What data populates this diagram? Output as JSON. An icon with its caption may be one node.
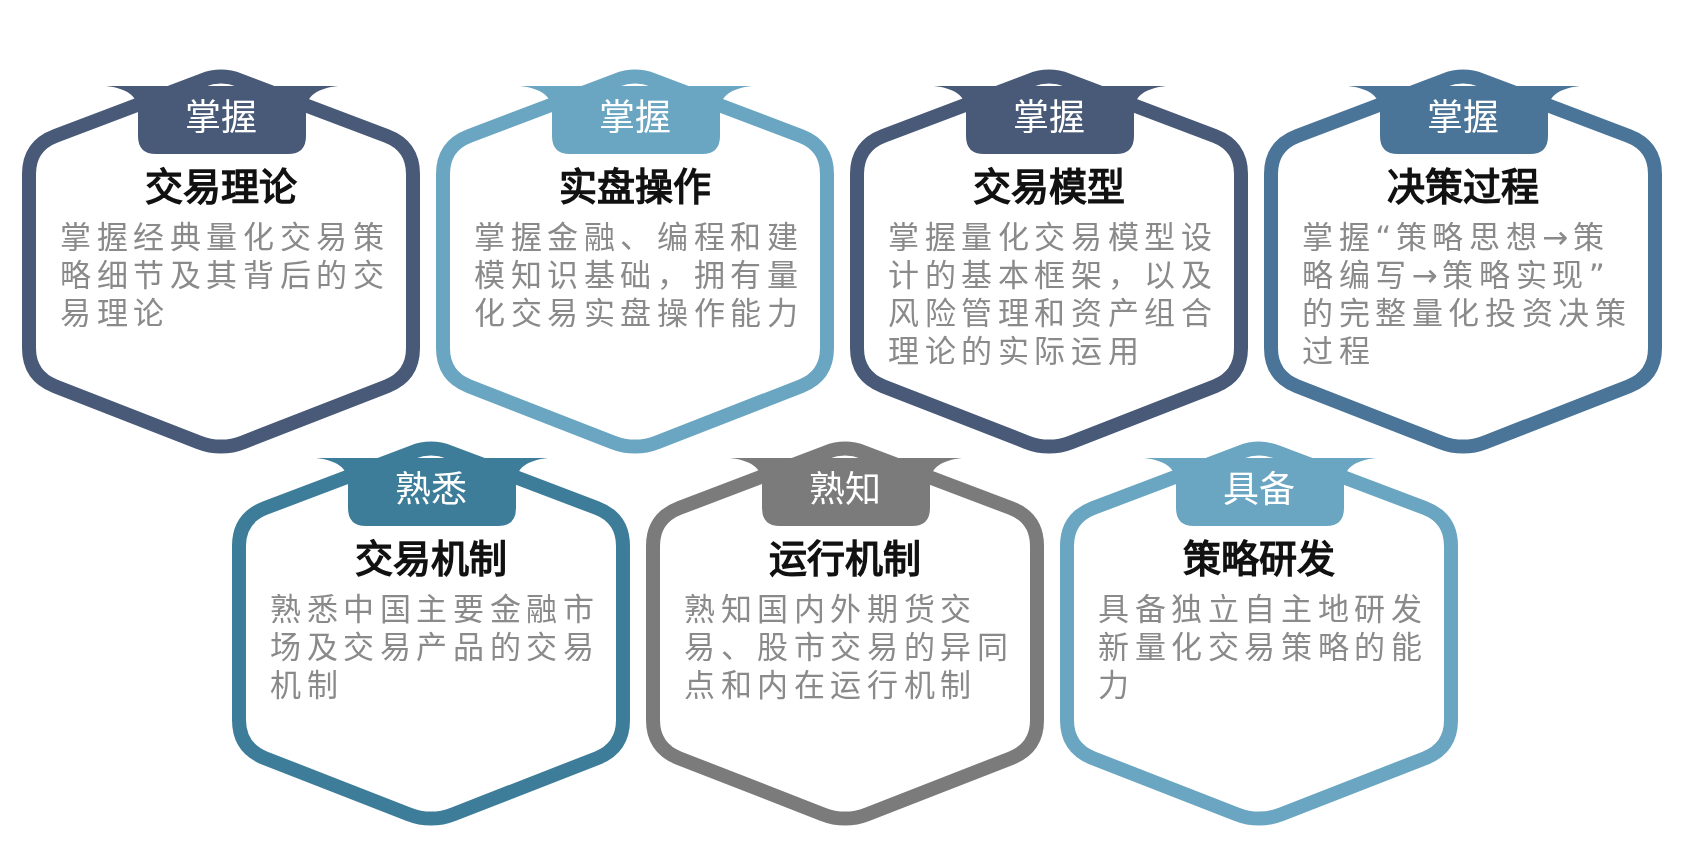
{
  "diagram": {
    "nodes": [
      {
        "text": [
          "交易理论",
          "掌握经典量化交易策略细节及其背后的交易理论"
        ]
      },
      {
        "text": [
          "掌握"
        ],
        "in": 0
      },
      {
        "text": [
          "实盘操作",
          "掌握金融、编程和建模知识基础，拥有量化交易实盘操作能力"
        ]
      },
      {
        "text": [
          "掌握"
        ],
        "in": 2
      },
      {
        "text": [
          "交易模型",
          "掌握量化交易模型设计的基本框架，以及风险管理和资产组合理论的实际运用"
        ]
      },
      {
        "text": [
          "掌握"
        ],
        "in": 4
      },
      {
        "text": [
          "决策过程",
          "掌握“策略思想→策略编写→策略实现”的完整量化投资决策过程"
        ]
      },
      {
        "text": [
          "掌握"
        ],
        "in": 6
      },
      {
        "text": [
          "交易机制",
          "熟悉中国主要金融市场及交易产品的交易机制"
        ]
      },
      {
        "text": [
          "熟悉"
        ],
        "in": 8
      },
      {
        "text": [
          "运行机制",
          "熟知国内外期货交易、股市交易的异同点和内在运行机制"
        ]
      },
      {
        "text": [
          "熟知"
        ],
        "in": 10
      },
      {
        "text": [
          "策略研发",
          "具备独立自主地研发新量化交易策略的能力"
        ]
      },
      {
        "text": [
          "具备"
        ],
        "in": 12
      }
    ]
  }
}
